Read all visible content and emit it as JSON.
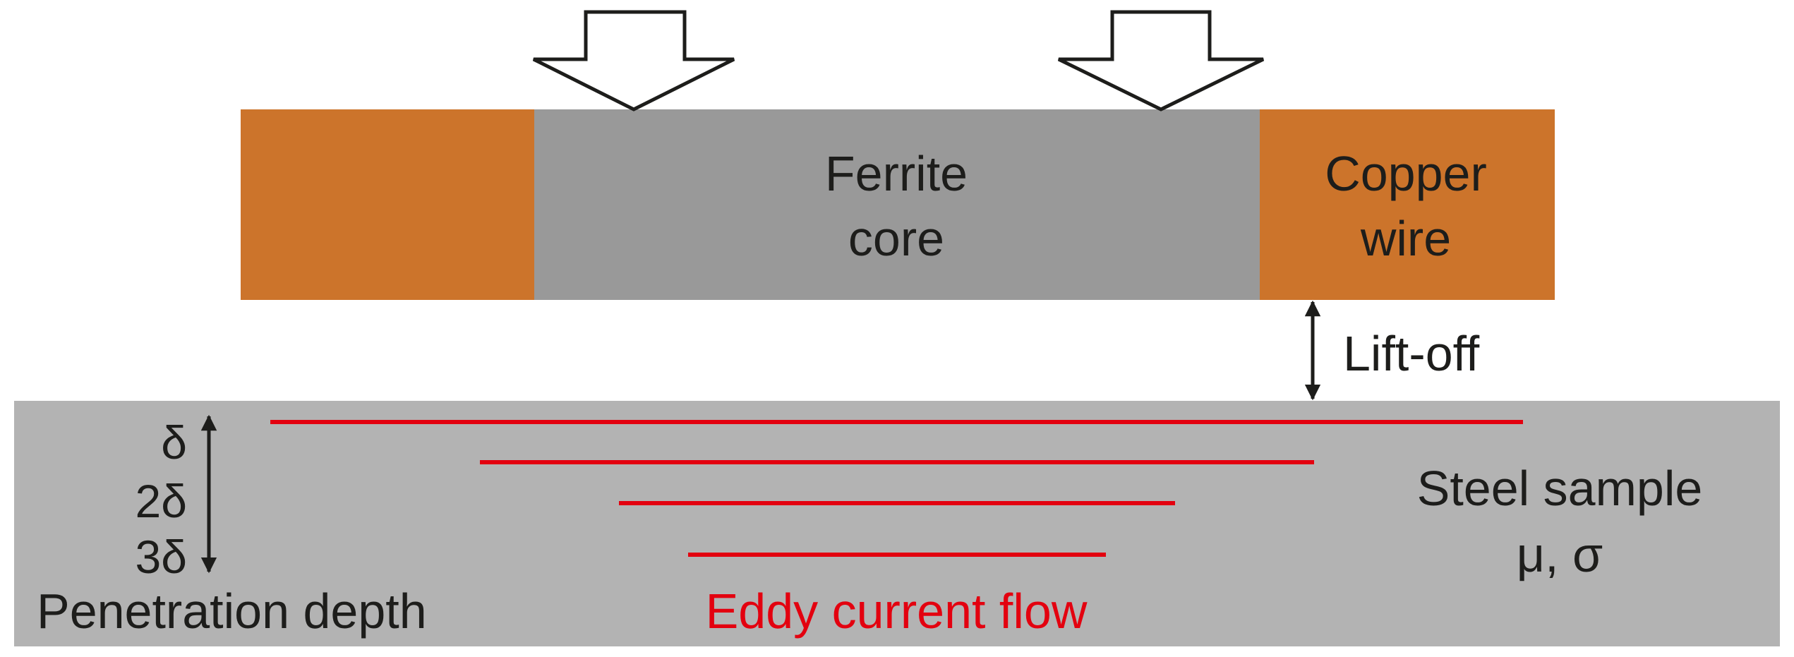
{
  "colors": {
    "copper": "#cc742b",
    "ferrite": "#999999",
    "steel": "#b3b3b3",
    "eddy": "#e3000f",
    "ink": "#1d1d1b",
    "background": "#ffffff"
  },
  "labels": {
    "ferrite_line1": "Ferrite",
    "ferrite_line2": "core",
    "copper_line1": "Copper",
    "copper_line2": "wire",
    "liftoff": "Lift-off",
    "steel_line1": "Steel sample",
    "steel_line2": "μ, σ",
    "depth_1": "δ",
    "depth_2": "2δ",
    "depth_3": "3δ",
    "penetration": "Penetration depth",
    "eddy": "Eddy current flow"
  },
  "eddy_currents": {
    "count": 4
  },
  "icons": {
    "field_arrows": [
      "down-arrow-outline-icon",
      "down-arrow-outline-icon"
    ],
    "liftoff_arrow": "double-vertical-arrow-icon",
    "depth_arrow": "double-vertical-arrow-icon"
  }
}
